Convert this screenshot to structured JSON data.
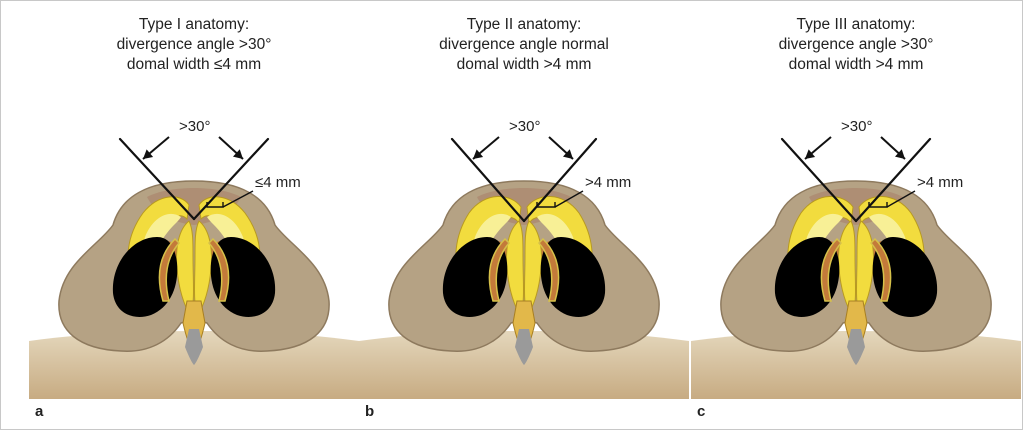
{
  "panels": [
    {
      "id": "a",
      "letter": "a",
      "title_lines": [
        "Type I anatomy:",
        "divergence angle >30°",
        "domal width ≤4 mm"
      ],
      "angle_label": ">30°",
      "width_label": "≤4 mm",
      "divergence": "wide",
      "domal_width": "narrow"
    },
    {
      "id": "b",
      "letter": "b",
      "title_lines": [
        "Type II anatomy:",
        "divergence angle normal",
        "domal width >4 mm"
      ],
      "angle_label": ">30°",
      "width_label": ">4 mm",
      "divergence": "normal",
      "domal_width": "wide"
    },
    {
      "id": "c",
      "letter": "c",
      "title_lines": [
        "Type III anatomy:",
        "divergence angle >30°",
        "domal width >4 mm"
      ],
      "angle_label": ">30°",
      "width_label": ">4 mm",
      "divergence": "wide",
      "domal_width": "wide"
    }
  ],
  "colors": {
    "skin": "#b5a284",
    "skin_dark": "#8e7a5e",
    "tip": "#ac8a71",
    "cartilage": "#f2dc3e",
    "cartilage_inner": "#f8f096",
    "lining": "#c37a3a",
    "nostril": "#000000",
    "columella": "#9a9a9a",
    "lip": "#d8c8a8"
  }
}
